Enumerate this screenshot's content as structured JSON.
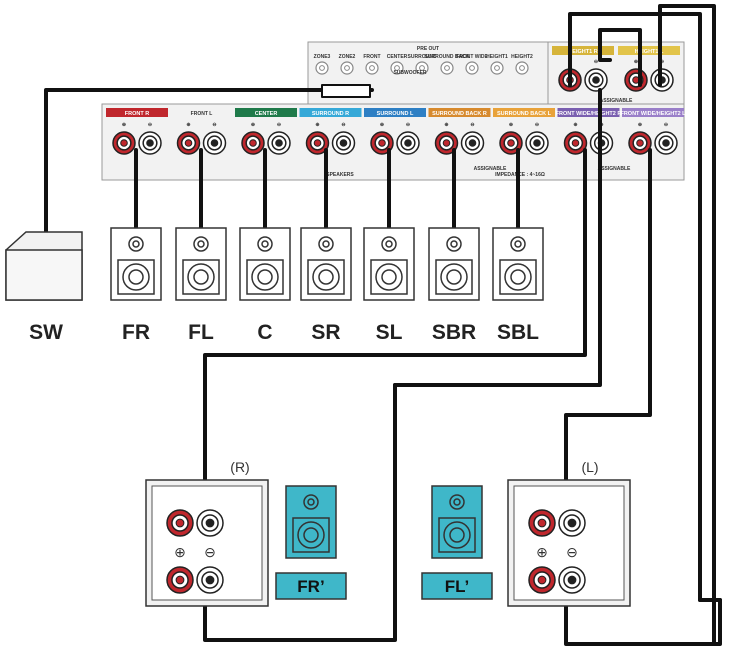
{
  "receiver": {
    "pre_out_title": "PRE OUT",
    "pre_out_jacks": [
      "ZONE3",
      "ZONE2",
      "FRONT",
      "CENTER",
      "SURROUND",
      "SURROUND BACK",
      "FRONT WIDE",
      "HEIGHT1",
      "HEIGHT2"
    ],
    "subwoofer_label": "SUBWOOFER",
    "channels": [
      {
        "label": "FRONT",
        "side": "R",
        "color": "#c0272d"
      },
      {
        "label": "FRONT",
        "side": "L",
        "color": "#ffffff"
      },
      {
        "label": "CENTER",
        "side": "",
        "color": "#1f7a4a"
      },
      {
        "label": "SURROUND",
        "side": "R",
        "color": "#36a9d8"
      },
      {
        "label": "SURROUND",
        "side": "L",
        "color": "#2e7fc4"
      },
      {
        "label": "SURROUND BACK",
        "side": "R",
        "color": "#d78a2e"
      },
      {
        "label": "SURROUND BACK",
        "side": "L",
        "color": "#e8a23a"
      },
      {
        "label": "FRONT WIDE/HEIGHT2",
        "side": "R",
        "color": "#7a5fb0"
      },
      {
        "label": "FRONT WIDE/HEIGHT2",
        "side": "L",
        "color": "#9a7fc9"
      }
    ],
    "height_channels": [
      {
        "label": "HEIGHT1",
        "side": "R",
        "color": "#d6b43a"
      },
      {
        "label": "HEIGHT1",
        "side": "L",
        "color": "#e2c44a"
      }
    ],
    "plus_sign": "⊕",
    "minus_sign": "⊖",
    "speakers_label": "SPEAKERS",
    "assignable_label": "ASSIGNABLE",
    "impedance_label": "IMPEDANCE : 4~16Ω"
  },
  "speakers": [
    {
      "id": "SW",
      "label": "SW"
    },
    {
      "id": "FR",
      "label": "FR"
    },
    {
      "id": "FL",
      "label": "FL"
    },
    {
      "id": "C",
      "label": "C"
    },
    {
      "id": "SR",
      "label": "SR"
    },
    {
      "id": "SL",
      "label": "SL"
    },
    {
      "id": "SBR",
      "label": "SBR"
    },
    {
      "id": "SBL",
      "label": "SBL"
    }
  ],
  "bi_amp": {
    "right": {
      "side_label": "(R)",
      "speaker_label": "FR’"
    },
    "left": {
      "side_label": "(L)",
      "speaker_label": "FL’"
    }
  },
  "colors": {
    "cable": "#111111",
    "red_terminal": "#c0272d",
    "cyan_speaker": "#3fb7c9",
    "panel": "#f2f2f2"
  }
}
